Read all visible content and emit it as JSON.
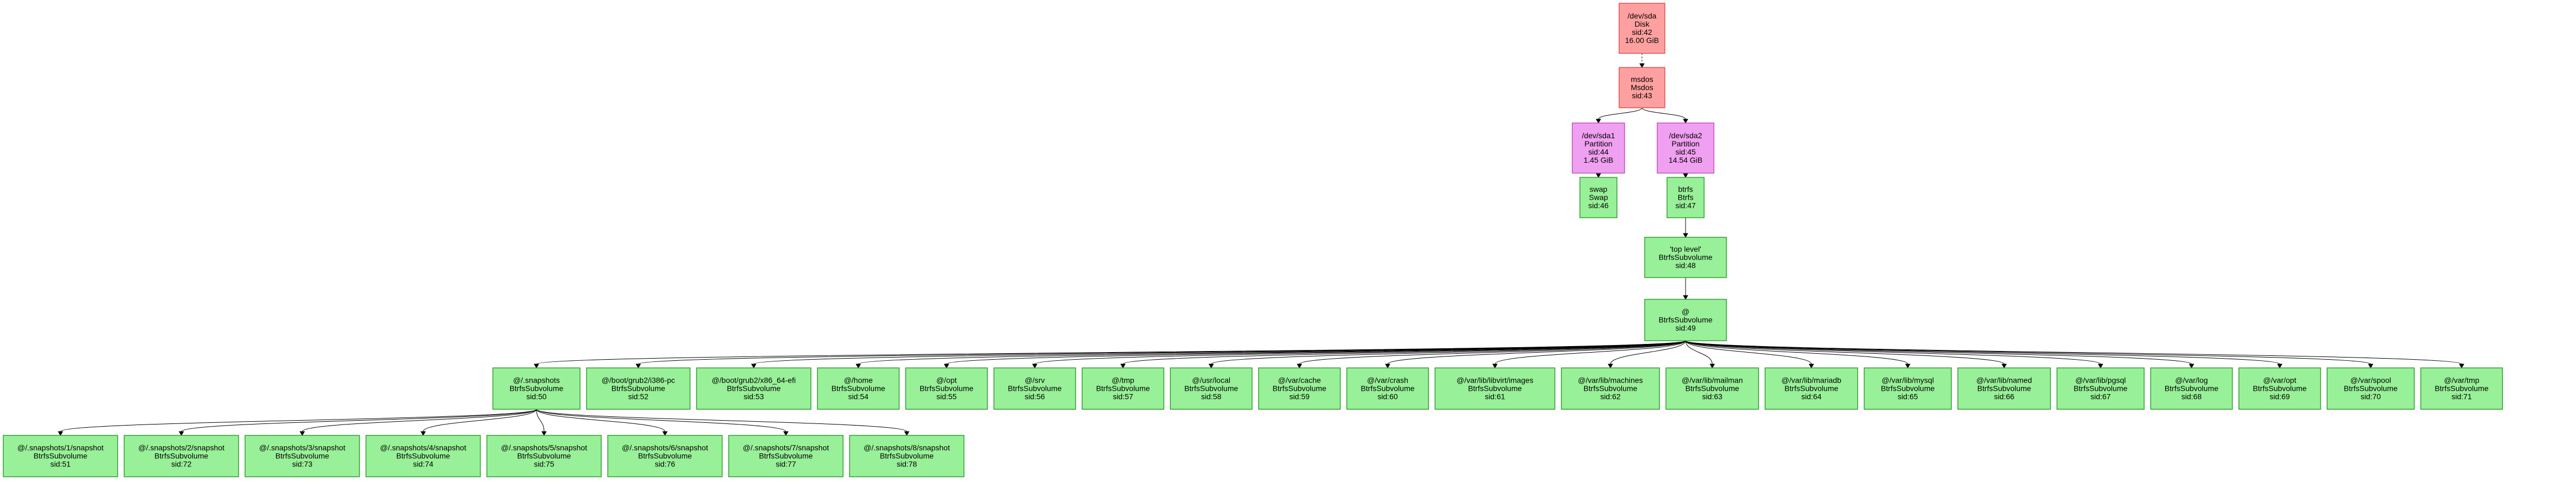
{
  "colors": {
    "disk_fill": "#ffa0a0",
    "disk_stroke": "#e05050",
    "partition_fill": "#f0a0f0",
    "partition_stroke": "#c050c0",
    "fs_fill": "#98f098",
    "fs_stroke": "#30a030"
  },
  "nodes": [
    {
      "id": "sda",
      "kind": "disk",
      "lines": [
        "/dev/sda",
        "Disk",
        "sid:42",
        "16.00 GiB"
      ]
    },
    {
      "id": "msdos",
      "kind": "disk",
      "lines": [
        "msdos",
        "Msdos",
        "sid:43"
      ]
    },
    {
      "id": "sda1",
      "kind": "partition",
      "lines": [
        "/dev/sda1",
        "Partition",
        "sid:44",
        "1.45 GiB"
      ]
    },
    {
      "id": "sda2",
      "kind": "partition",
      "lines": [
        "/dev/sda2",
        "Partition",
        "sid:45",
        "14.54 GiB"
      ]
    },
    {
      "id": "swap",
      "kind": "fs",
      "lines": [
        "swap",
        "Swap",
        "sid:46"
      ]
    },
    {
      "id": "btrfs",
      "kind": "fs",
      "lines": [
        "btrfs",
        "Btrfs",
        "sid:47"
      ]
    },
    {
      "id": "toplevel",
      "kind": "fs",
      "lines": [
        "'top level'",
        "BtrfsSubvolume",
        "sid:48"
      ]
    },
    {
      "id": "at",
      "kind": "fs",
      "lines": [
        "@",
        "BtrfsSubvolume",
        "sid:49"
      ]
    },
    {
      "id": "snapshots",
      "kind": "fs",
      "lines": [
        "@/.snapshots",
        "BtrfsSubvolume",
        "sid:50"
      ]
    },
    {
      "id": "i386",
      "kind": "fs",
      "lines": [
        "@/boot/grub2/i386-pc",
        "BtrfsSubvolume",
        "sid:52"
      ]
    },
    {
      "id": "x86",
      "kind": "fs",
      "lines": [
        "@/boot/grub2/x86_64-efi",
        "BtrfsSubvolume",
        "sid:53"
      ]
    },
    {
      "id": "home",
      "kind": "fs",
      "lines": [
        "@/home",
        "BtrfsSubvolume",
        "sid:54"
      ]
    },
    {
      "id": "opt",
      "kind": "fs",
      "lines": [
        "@/opt",
        "BtrfsSubvolume",
        "sid:55"
      ]
    },
    {
      "id": "srv",
      "kind": "fs",
      "lines": [
        "@/srv",
        "BtrfsSubvolume",
        "sid:56"
      ]
    },
    {
      "id": "tmp",
      "kind": "fs",
      "lines": [
        "@/tmp",
        "BtrfsSubvolume",
        "sid:57"
      ]
    },
    {
      "id": "usrlocal",
      "kind": "fs",
      "lines": [
        "@/usr/local",
        "BtrfsSubvolume",
        "sid:58"
      ]
    },
    {
      "id": "varcache",
      "kind": "fs",
      "lines": [
        "@/var/cache",
        "BtrfsSubvolume",
        "sid:59"
      ]
    },
    {
      "id": "varcrash",
      "kind": "fs",
      "lines": [
        "@/var/crash",
        "BtrfsSubvolume",
        "sid:60"
      ]
    },
    {
      "id": "libvirt",
      "kind": "fs",
      "lines": [
        "@/var/lib/libvirt/images",
        "BtrfsSubvolume",
        "sid:61"
      ]
    },
    {
      "id": "machines",
      "kind": "fs",
      "lines": [
        "@/var/lib/machines",
        "BtrfsSubvolume",
        "sid:62"
      ]
    },
    {
      "id": "mailman",
      "kind": "fs",
      "lines": [
        "@/var/lib/mailman",
        "BtrfsSubvolume",
        "sid:63"
      ]
    },
    {
      "id": "mariadb",
      "kind": "fs",
      "lines": [
        "@/var/lib/mariadb",
        "BtrfsSubvolume",
        "sid:64"
      ]
    },
    {
      "id": "mysql",
      "kind": "fs",
      "lines": [
        "@/var/lib/mysql",
        "BtrfsSubvolume",
        "sid:65"
      ]
    },
    {
      "id": "named",
      "kind": "fs",
      "lines": [
        "@/var/lib/named",
        "BtrfsSubvolume",
        "sid:66"
      ]
    },
    {
      "id": "pgsql",
      "kind": "fs",
      "lines": [
        "@/var/lib/pgsql",
        "BtrfsSubvolume",
        "sid:67"
      ]
    },
    {
      "id": "varlog",
      "kind": "fs",
      "lines": [
        "@/var/log",
        "BtrfsSubvolume",
        "sid:68"
      ]
    },
    {
      "id": "varopt",
      "kind": "fs",
      "lines": [
        "@/var/opt",
        "BtrfsSubvolume",
        "sid:69"
      ]
    },
    {
      "id": "varspool",
      "kind": "fs",
      "lines": [
        "@/var/spool",
        "BtrfsSubvolume",
        "sid:70"
      ]
    },
    {
      "id": "vartmp",
      "kind": "fs",
      "lines": [
        "@/var/tmp",
        "BtrfsSubvolume",
        "sid:71"
      ]
    },
    {
      "id": "snap1",
      "kind": "fs",
      "lines": [
        "@/.snapshots/1/snapshot",
        "BtrfsSubvolume",
        "sid:51"
      ]
    },
    {
      "id": "snap2",
      "kind": "fs",
      "lines": [
        "@/.snapshots/2/snapshot",
        "BtrfsSubvolume",
        "sid:72"
      ]
    },
    {
      "id": "snap3",
      "kind": "fs",
      "lines": [
        "@/.snapshots/3/snapshot",
        "BtrfsSubvolume",
        "sid:73"
      ]
    },
    {
      "id": "snap4",
      "kind": "fs",
      "lines": [
        "@/.snapshots/4/snapshot",
        "BtrfsSubvolume",
        "sid:74"
      ]
    },
    {
      "id": "snap5",
      "kind": "fs",
      "lines": [
        "@/.snapshots/5/snapshot",
        "BtrfsSubvolume",
        "sid:75"
      ]
    },
    {
      "id": "snap6",
      "kind": "fs",
      "lines": [
        "@/.snapshots/6/snapshot",
        "BtrfsSubvolume",
        "sid:76"
      ]
    },
    {
      "id": "snap7",
      "kind": "fs",
      "lines": [
        "@/.snapshots/7/snapshot",
        "BtrfsSubvolume",
        "sid:77"
      ]
    },
    {
      "id": "snap8",
      "kind": "fs",
      "lines": [
        "@/.snapshots/8/snapshot",
        "BtrfsSubvolume",
        "sid:78"
      ]
    }
  ],
  "edges": [
    {
      "from": "sda",
      "to": "msdos",
      "style": "dashed"
    },
    {
      "from": "msdos",
      "to": "sda1",
      "style": "solid"
    },
    {
      "from": "msdos",
      "to": "sda2",
      "style": "solid"
    },
    {
      "from": "sda1",
      "to": "swap",
      "style": "dashed"
    },
    {
      "from": "sda2",
      "to": "btrfs",
      "style": "dashed"
    },
    {
      "from": "btrfs",
      "to": "toplevel",
      "style": "solid"
    },
    {
      "from": "toplevel",
      "to": "at",
      "style": "solid"
    },
    {
      "from": "at",
      "to": "snapshots",
      "style": "solid"
    },
    {
      "from": "at",
      "to": "i386",
      "style": "solid"
    },
    {
      "from": "at",
      "to": "x86",
      "style": "solid"
    },
    {
      "from": "at",
      "to": "home",
      "style": "solid"
    },
    {
      "from": "at",
      "to": "opt",
      "style": "solid"
    },
    {
      "from": "at",
      "to": "srv",
      "style": "solid"
    },
    {
      "from": "at",
      "to": "tmp",
      "style": "solid"
    },
    {
      "from": "at",
      "to": "usrlocal",
      "style": "solid"
    },
    {
      "from": "at",
      "to": "varcache",
      "style": "solid"
    },
    {
      "from": "at",
      "to": "varcrash",
      "style": "solid"
    },
    {
      "from": "at",
      "to": "libvirt",
      "style": "solid"
    },
    {
      "from": "at",
      "to": "machines",
      "style": "solid"
    },
    {
      "from": "at",
      "to": "mailman",
      "style": "solid"
    },
    {
      "from": "at",
      "to": "mariadb",
      "style": "solid"
    },
    {
      "from": "at",
      "to": "mysql",
      "style": "solid"
    },
    {
      "from": "at",
      "to": "named",
      "style": "solid"
    },
    {
      "from": "at",
      "to": "pgsql",
      "style": "solid"
    },
    {
      "from": "at",
      "to": "varlog",
      "style": "solid"
    },
    {
      "from": "at",
      "to": "varopt",
      "style": "solid"
    },
    {
      "from": "at",
      "to": "varspool",
      "style": "solid"
    },
    {
      "from": "at",
      "to": "vartmp",
      "style": "solid"
    },
    {
      "from": "snapshots",
      "to": "snap1",
      "style": "solid"
    },
    {
      "from": "snapshots",
      "to": "snap2",
      "style": "solid"
    },
    {
      "from": "snapshots",
      "to": "snap3",
      "style": "solid"
    },
    {
      "from": "snapshots",
      "to": "snap4",
      "style": "solid"
    },
    {
      "from": "snapshots",
      "to": "snap5",
      "style": "solid"
    },
    {
      "from": "snapshots",
      "to": "snap6",
      "style": "solid"
    },
    {
      "from": "snapshots",
      "to": "snap7",
      "style": "solid"
    },
    {
      "from": "snapshots",
      "to": "snap8",
      "style": "solid"
    }
  ]
}
